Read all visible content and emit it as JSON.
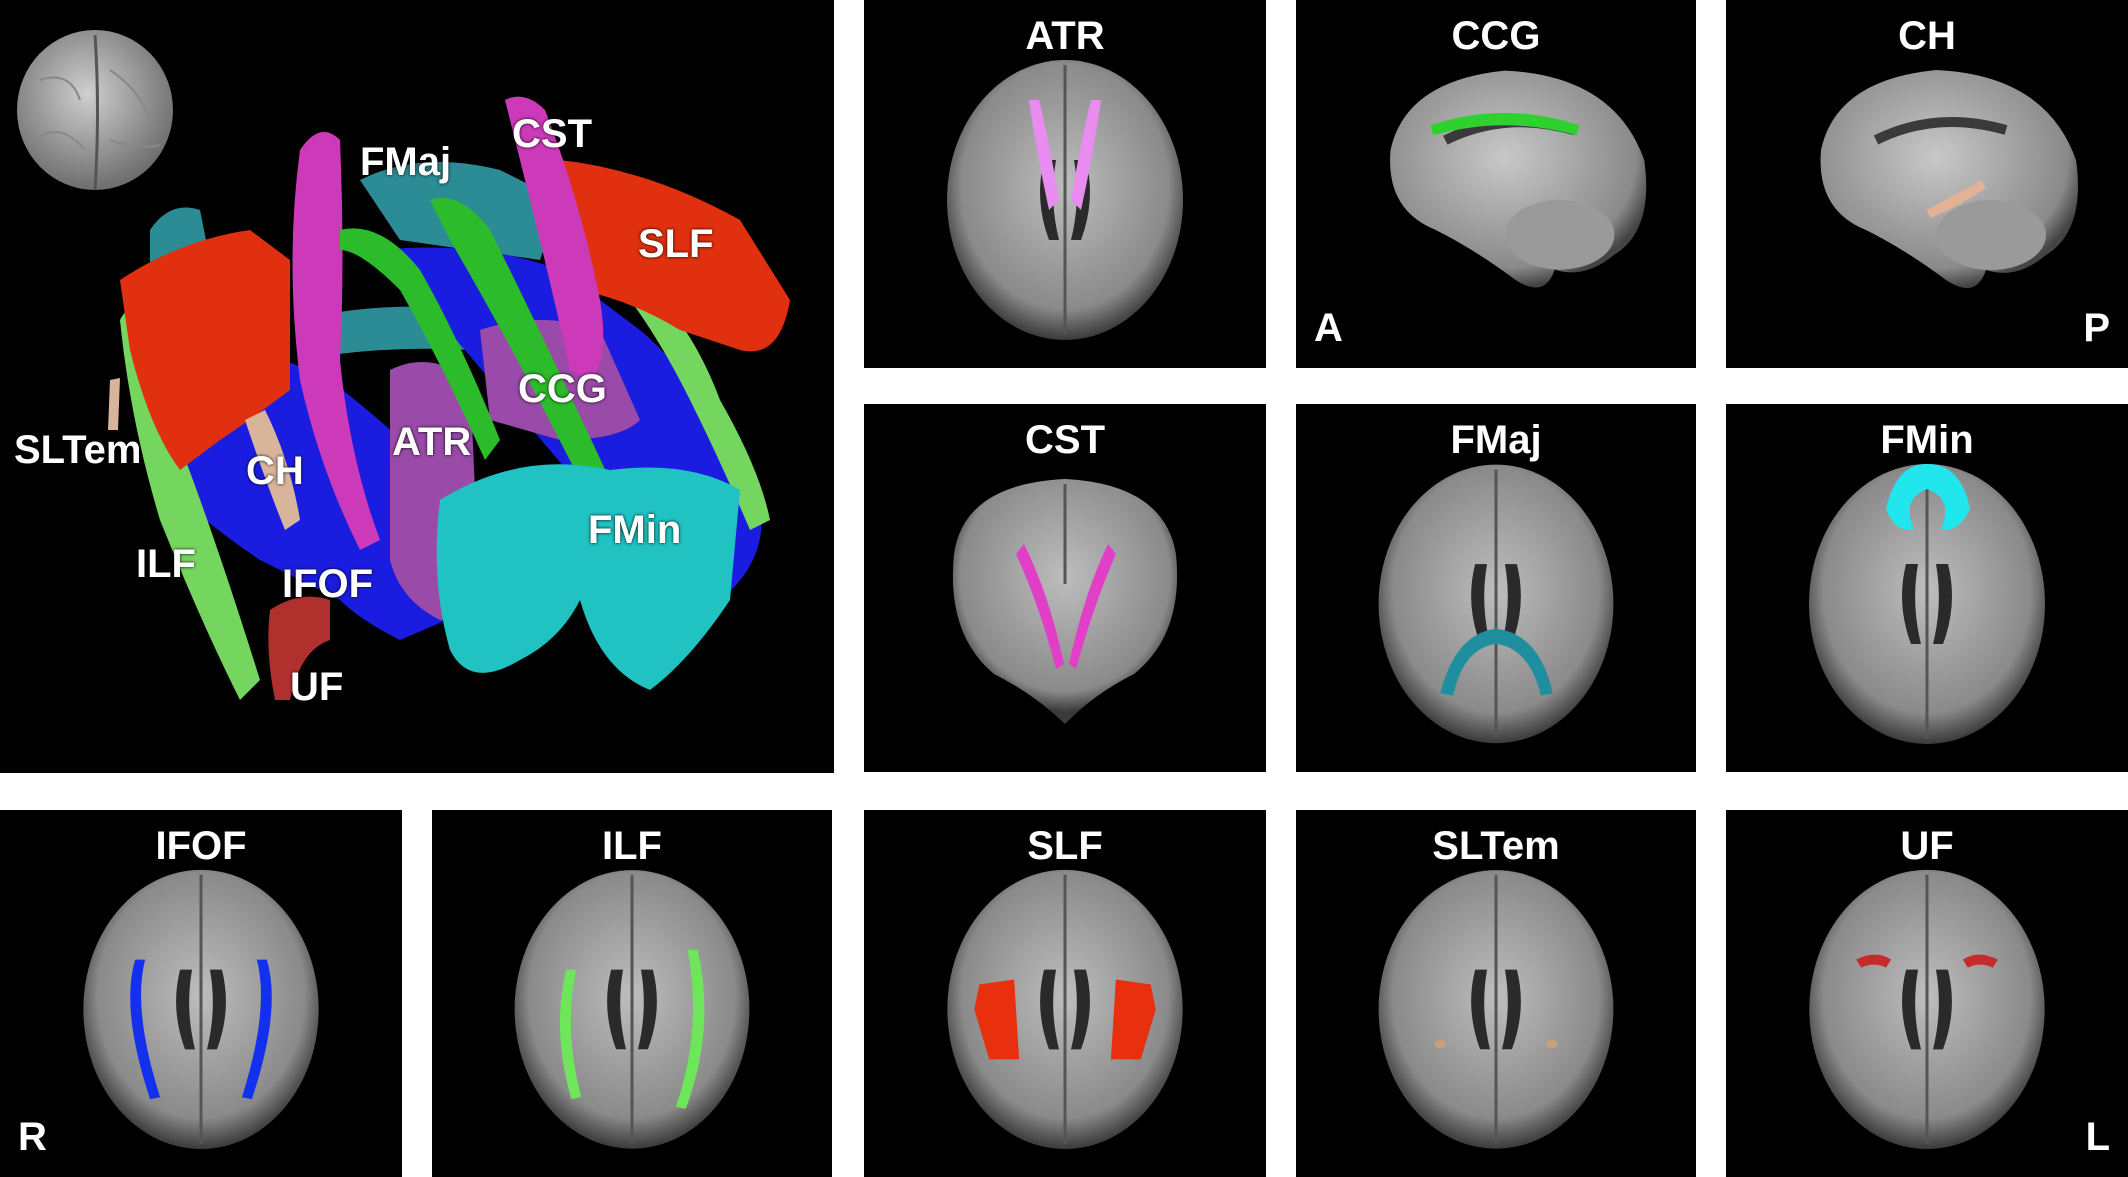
{
  "render_3d": {
    "labels": [
      {
        "id": "fmaj",
        "text": "FMaj"
      },
      {
        "id": "cst",
        "text": "CST"
      },
      {
        "id": "slf",
        "text": "SLF"
      },
      {
        "id": "ccg",
        "text": "CCG"
      },
      {
        "id": "sltem",
        "text": "SLTem"
      },
      {
        "id": "ch",
        "text": "CH"
      },
      {
        "id": "atr",
        "text": "ATR"
      },
      {
        "id": "fmin",
        "text": "FMin"
      },
      {
        "id": "ilf",
        "text": "ILF"
      },
      {
        "id": "ifof",
        "text": "IFOF"
      },
      {
        "id": "uf",
        "text": "UF"
      }
    ]
  },
  "slices": [
    {
      "id": "atr",
      "title": "ATR",
      "color": "#e98cf0",
      "view": "axial"
    },
    {
      "id": "ccg",
      "title": "CCG",
      "color": "#2fd12f",
      "view": "sagittal",
      "corner": "A"
    },
    {
      "id": "ch",
      "title": "CH",
      "color": "#e2b196",
      "view": "sagittal",
      "corner": "P"
    },
    {
      "id": "cst",
      "title": "CST",
      "color": "#e23fc9",
      "view": "coronal"
    },
    {
      "id": "fmaj",
      "title": "FMaj",
      "color": "#1f8e9e",
      "view": "axial"
    },
    {
      "id": "fmin",
      "title": "FMin",
      "color": "#22e6ee",
      "view": "axial"
    },
    {
      "id": "ifof",
      "title": "IFOF",
      "color": "#1330ee",
      "view": "axial",
      "corner": "R"
    },
    {
      "id": "ilf",
      "title": "ILF",
      "color": "#6ee65a",
      "view": "axial"
    },
    {
      "id": "slf",
      "title": "SLF",
      "color": "#e8300f",
      "view": "axial"
    },
    {
      "id": "sltem",
      "title": "SLTem",
      "color": "#c9a07a",
      "view": "axial"
    },
    {
      "id": "uf",
      "title": "UF",
      "color": "#c62a2a",
      "view": "axial",
      "corner": "L"
    }
  ]
}
